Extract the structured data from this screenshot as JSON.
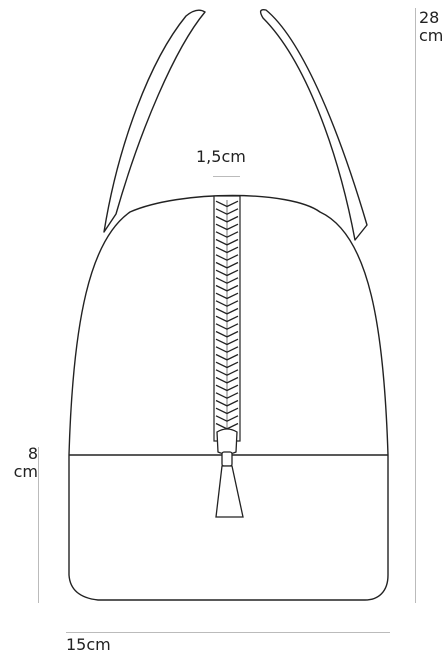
{
  "dimensions": {
    "height_value": "28",
    "height_unit": "cm",
    "zipper_width": "1,5cm",
    "base_height_value": "8",
    "base_height_unit": "cm",
    "width": "15cm"
  },
  "zipper": {
    "teeth_count": 30
  },
  "colors": {
    "outline": "#222222",
    "dimension_line": "#bbbbbb",
    "fill": "#ffffff"
  }
}
